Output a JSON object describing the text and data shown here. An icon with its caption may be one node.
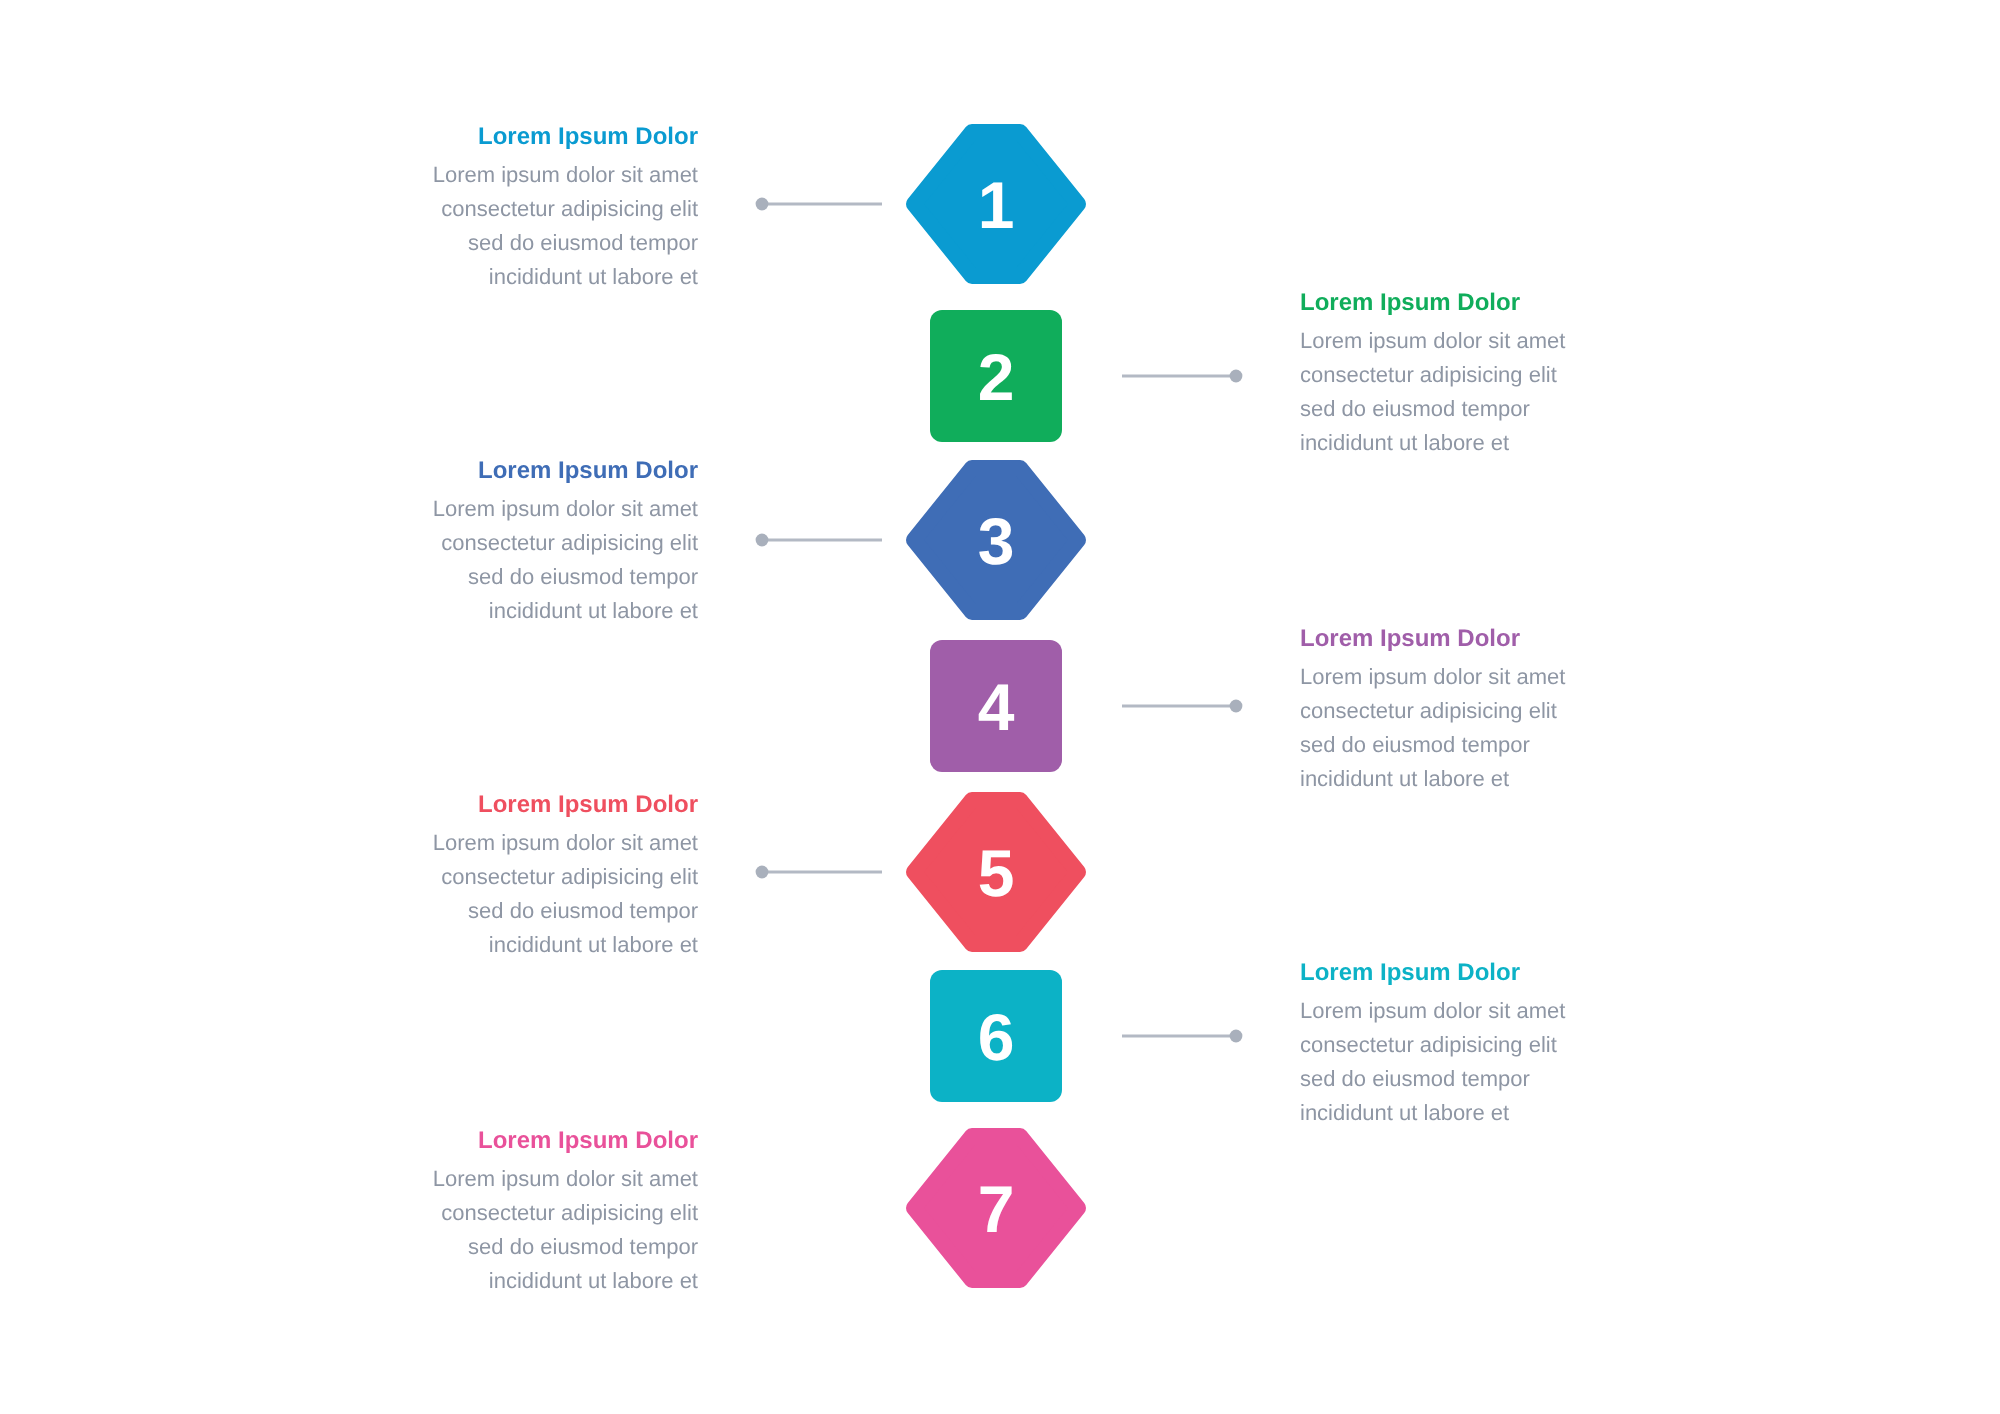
{
  "diagram": {
    "nodes": [
      {
        "text": [
          "1"
        ]
      },
      {
        "text": [
          "Lorem Ipsum Dolor",
          "Lorem ipsum dolor sit amet consectetur adipisicing elit sed do eiusmod tempor incididunt ut labore et"
        ]
      },
      {
        "text": [
          "2"
        ]
      },
      {
        "text": [
          "Lorem Ipsum Dolor",
          "Lorem ipsum dolor sit amet consectetur adipisicing elit sed do eiusmod tempor incididunt ut labore et"
        ]
      },
      {
        "text": [
          "3"
        ]
      },
      {
        "text": [
          "Lorem Ipsum Dolor",
          "Lorem ipsum dolor sit amet consectetur adipisicing elit sed do eiusmod tempor incididunt ut labore et"
        ]
      },
      {
        "text": [
          "4"
        ]
      },
      {
        "text": [
          "Lorem Ipsum Dolor",
          "Lorem ipsum dolor sit amet consectetur adipisicing elit sed do eiusmod tempor incididunt ut labore et"
        ]
      },
      {
        "text": [
          "5"
        ]
      },
      {
        "text": [
          "Lorem Ipsum Dolor",
          "Lorem ipsum dolor sit amet consectetur adipisicing elit sed do eiusmod tempor incididunt ut labore et"
        ]
      },
      {
        "text": [
          "6"
        ]
      },
      {
        "text": [
          "Lorem Ipsum Dolor",
          "Lorem ipsum dolor sit amet consectetur adipisicing elit sed do eiusmod tempor incididunt ut labore et"
        ]
      },
      {
        "text": [
          "7"
        ]
      },
      {
        "text": [
          "Lorem Ipsum Dolor",
          "Lorem ipsum dolor sit amet consectetur adipisicing elit sed do eiusmod tempor incididunt ut labore et"
        ]
      }
    ],
    "edges": [
      {
        "from": 1,
        "to": 0,
        "arrow": "other"
      },
      {
        "from": 3,
        "to": 2,
        "arrow": "other"
      },
      {
        "from": 5,
        "to": 4,
        "arrow": "other"
      },
      {
        "from": 7,
        "to": 6,
        "arrow": "other"
      },
      {
        "from": 9,
        "to": 8,
        "arrow": "other"
      },
      {
        "from": 11,
        "to": 10,
        "arrow": "other"
      }
    ]
  }
}
